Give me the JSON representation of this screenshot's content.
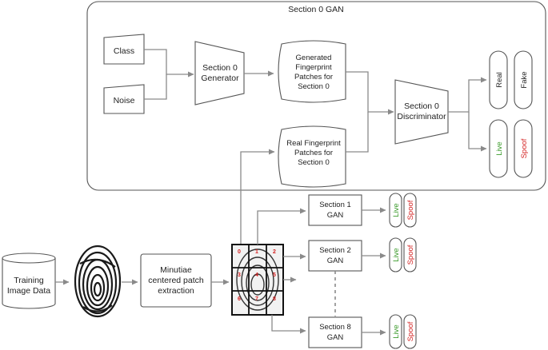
{
  "section0": {
    "title": "Section 0 GAN",
    "class_label": "Class",
    "noise_label": "Noise",
    "generator": [
      "Section 0",
      "Generator"
    ],
    "generated_patches": [
      "Generated",
      "Fingerprint",
      "Patches for",
      "Section 0"
    ],
    "real_patches": [
      "Real Fingerprint",
      "Patches for",
      "Section 0"
    ],
    "discriminator": [
      "Section 0",
      "Discriminator"
    ],
    "real_label": "Real",
    "fake_label": "Fake",
    "live_label": "Live",
    "spoof_label": "Spoof"
  },
  "pipeline": {
    "training_data": [
      "Training",
      "Image Data"
    ],
    "patch_extraction": [
      "Minutiae",
      "centered patch",
      "extraction"
    ],
    "grid_numbers": [
      "0",
      "1",
      "2",
      "3",
      "4",
      "5",
      "6",
      "7",
      "8"
    ]
  },
  "gans": [
    {
      "lines": [
        "Section 1",
        "GAN"
      ],
      "live": "Live",
      "spoof": "Spoof"
    },
    {
      "lines": [
        "Section 2",
        "GAN"
      ],
      "live": "Live",
      "spoof": "Spoof"
    },
    {
      "lines": [
        "Section 8",
        "GAN"
      ],
      "live": "Live",
      "spoof": "Spoof"
    }
  ],
  "colors": {
    "live": "#3a9a2a",
    "spoof": "#d42020",
    "stroke": "#555555",
    "connector": "#8a8a8a"
  }
}
